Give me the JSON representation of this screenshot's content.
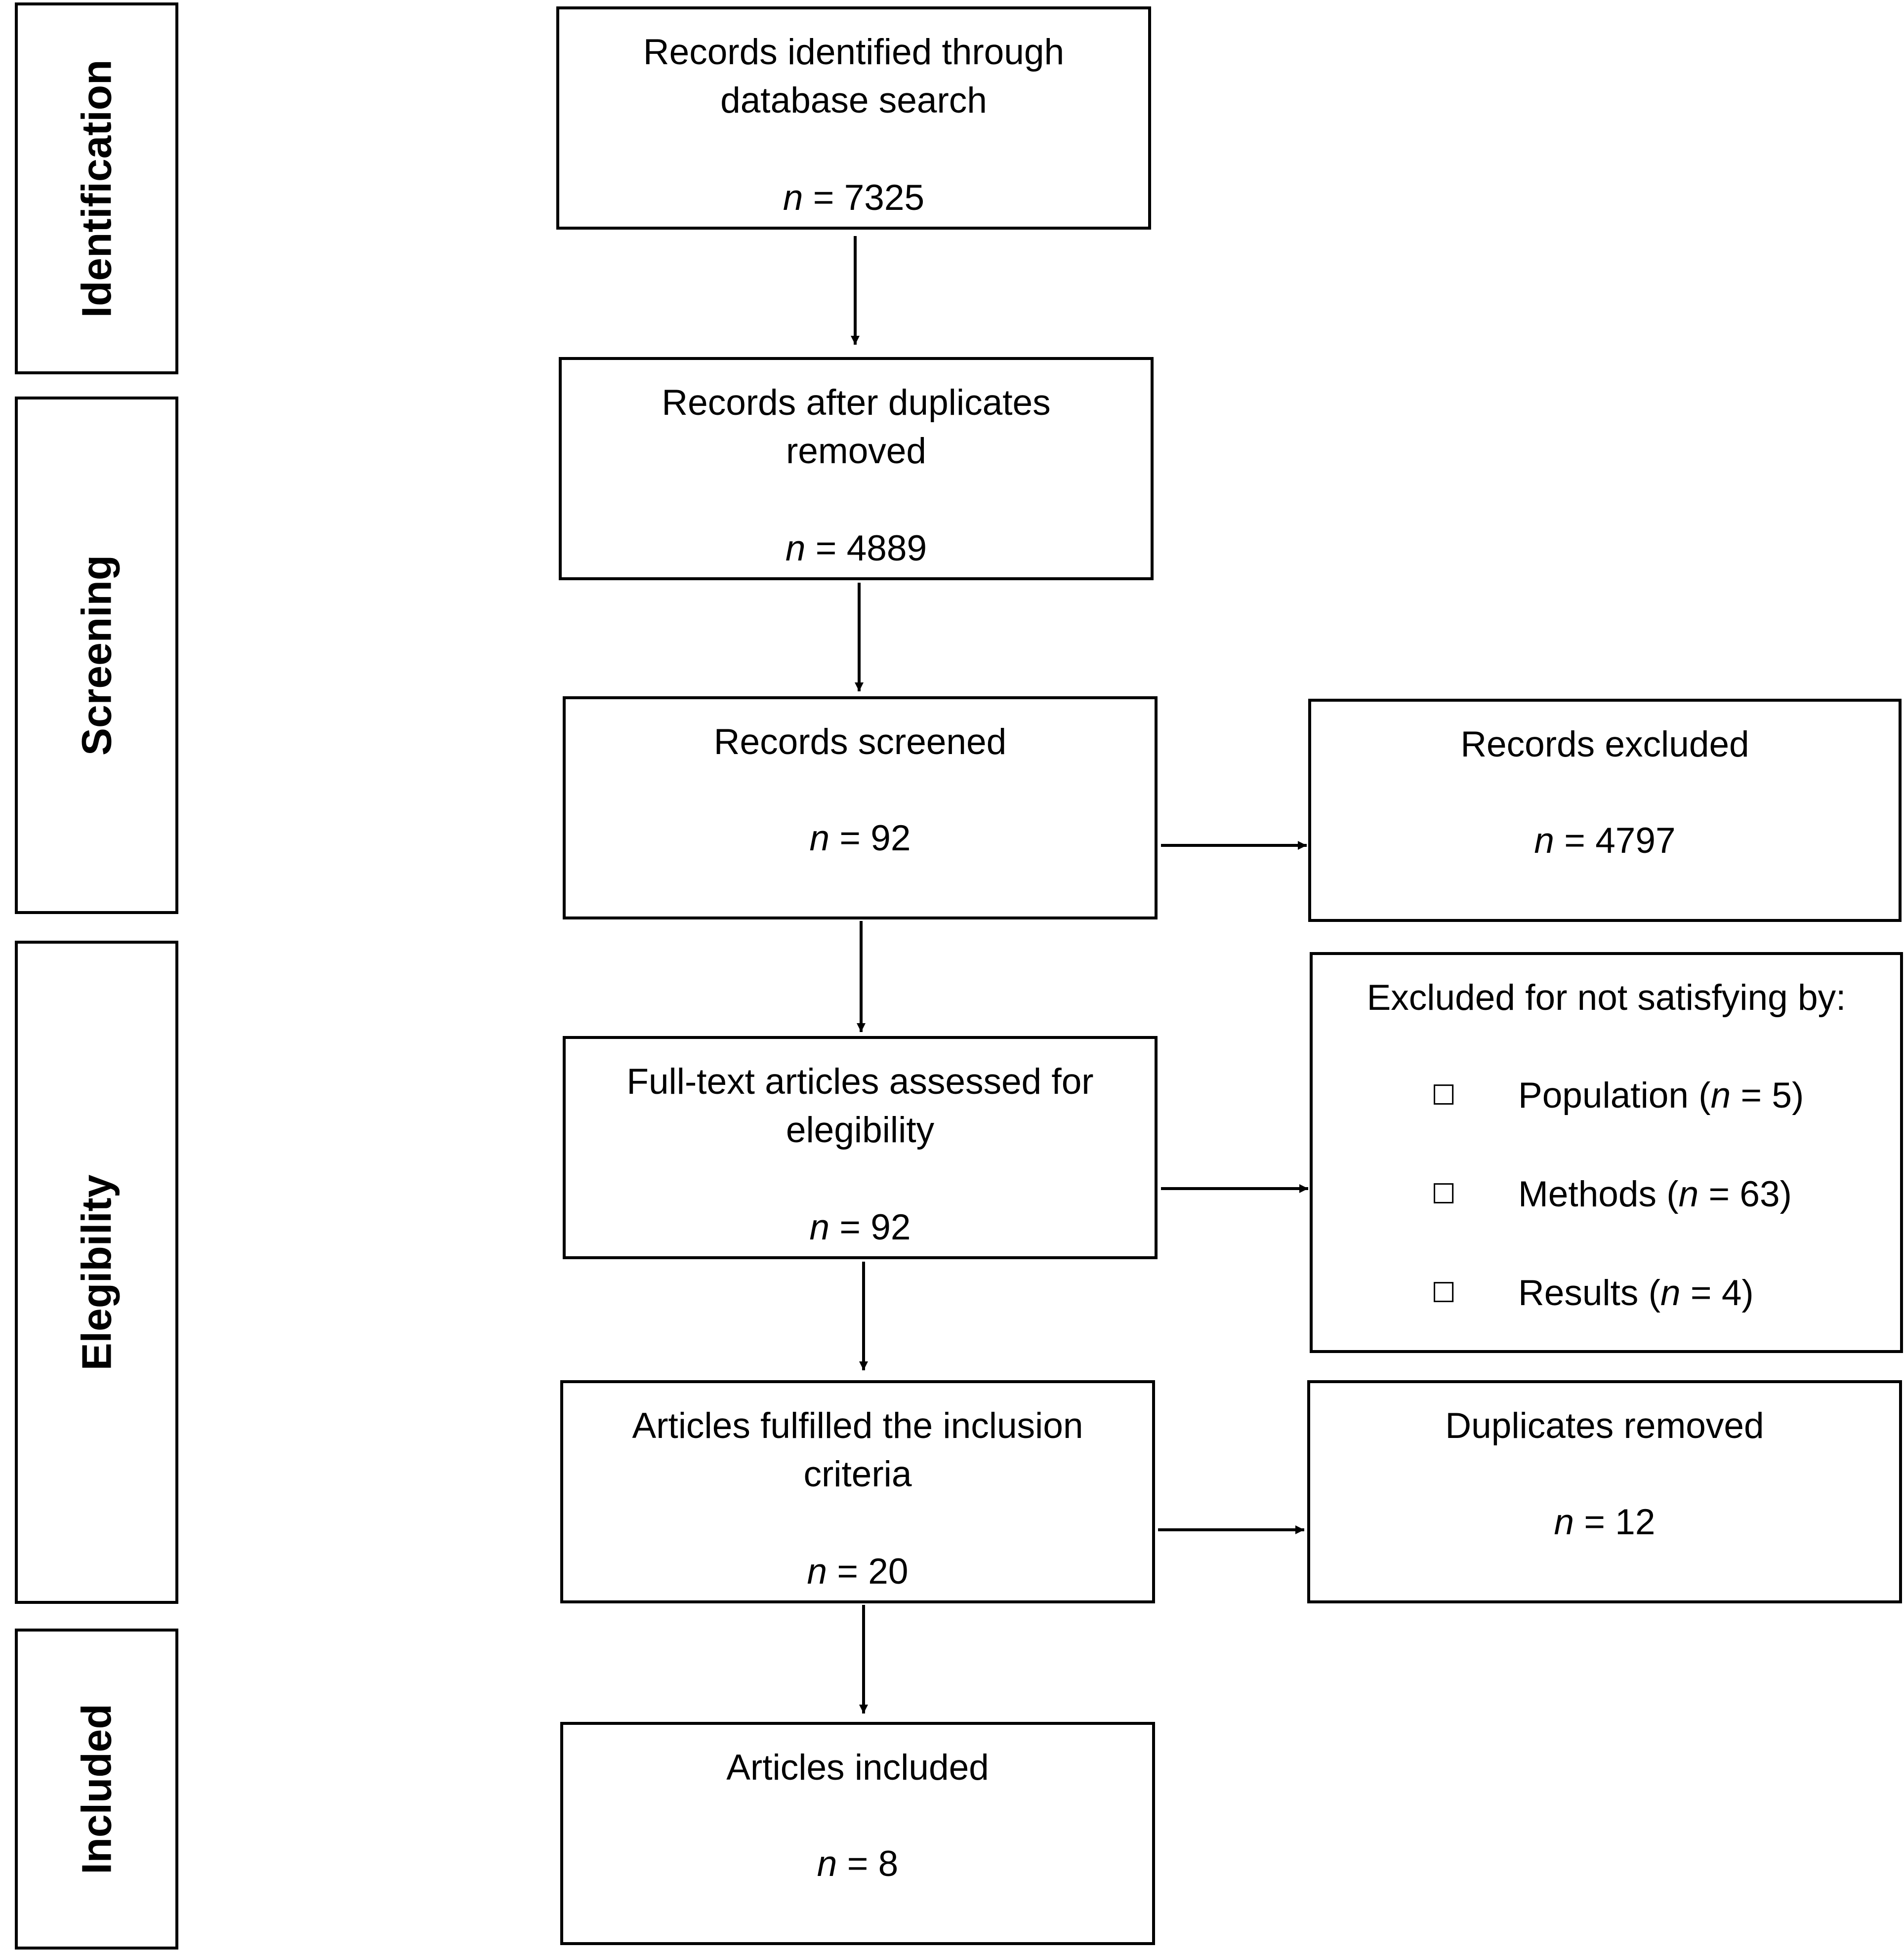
{
  "stages": [
    "Identification",
    "Screening",
    "Elegibility",
    "Included"
  ],
  "flow": {
    "identified": {
      "line1": "Records identified through",
      "line2": "database search",
      "n_prefix": "n",
      "n_value": " = 7325"
    },
    "after_duplicates": {
      "line1": "Records after duplicates",
      "line2": "removed",
      "n_prefix": "n",
      "n_value": " = 4889"
    },
    "screened": {
      "line1": "Records screened",
      "n_prefix": "n",
      "n_value": " = 92"
    },
    "excluded": {
      "line1": "Records excluded",
      "n_prefix": "n",
      "n_value": " = 4797"
    },
    "fulltext": {
      "line1": "Full-text articles assessed for",
      "line2": "elegibility",
      "n_prefix": "n",
      "n_value": " = 92"
    },
    "excluded_reasons": {
      "heading": "Excluded for not satisfying by:",
      "bullet": "☐",
      "items": [
        {
          "label": "Population (",
          "n_prefix": "n",
          "n_value": " = 5)"
        },
        {
          "label": "Methods (",
          "n_prefix": "n",
          "n_value": " = 63)"
        },
        {
          "label": "Results (",
          "n_prefix": "n",
          "n_value": " = 4)"
        }
      ]
    },
    "fulfilled": {
      "line1": "Articles fulfilled the inclusion",
      "line2": "criteria",
      "n_prefix": "n",
      "n_value": " = 20"
    },
    "duplicates": {
      "line1": "Duplicates removed",
      "n_prefix": "n",
      "n_value": " = 12"
    },
    "included": {
      "line1": "Articles included",
      "n_prefix": "n",
      "n_value": " = 8"
    }
  }
}
